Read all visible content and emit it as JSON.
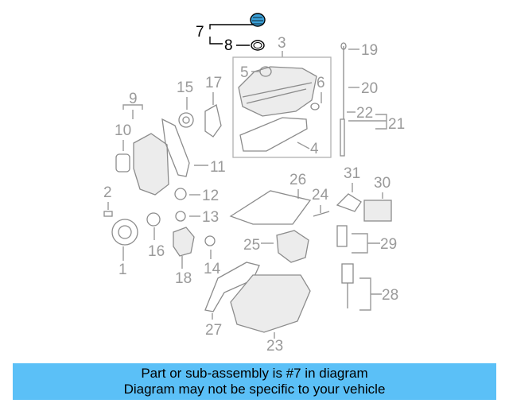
{
  "diagram": {
    "highlight_color": "#000000",
    "muted_color": "#9a9a9a",
    "callouts": [
      "1",
      "2",
      "3",
      "4",
      "5",
      "6",
      "7",
      "8",
      "9",
      "10",
      "11",
      "12",
      "13",
      "14",
      "15",
      "16",
      "17",
      "18",
      "19",
      "20",
      "21",
      "22",
      "23",
      "24",
      "25",
      "26",
      "27",
      "28",
      "29",
      "30",
      "31"
    ]
  },
  "banner": {
    "background": "#5bc0f7",
    "line1": "Part or sub-assembly is #7 in diagram",
    "line2": "Diagram may not be specific to your vehicle"
  }
}
